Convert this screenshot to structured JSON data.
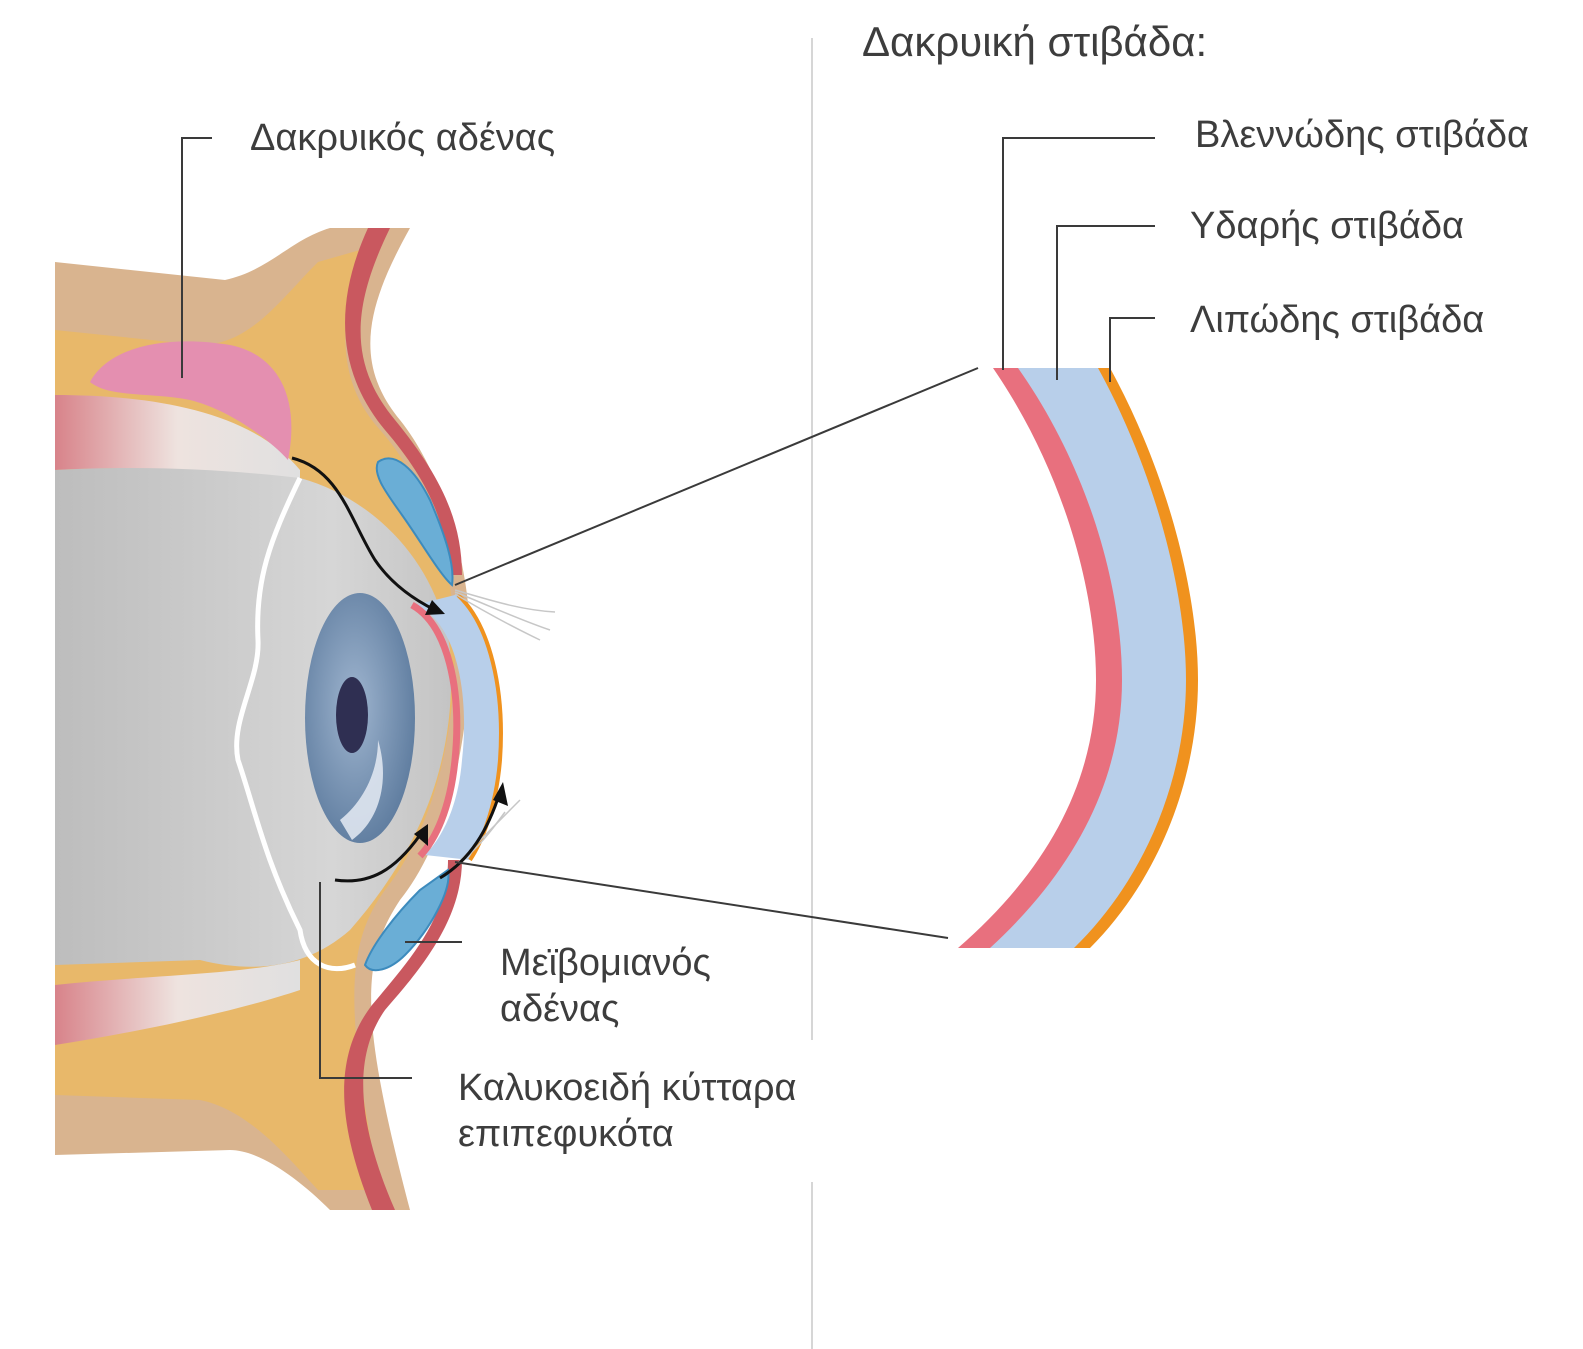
{
  "labels": {
    "lacrimal_gland": "Δακρυικός αδένας",
    "meibomian_gland_line1": "Μεϊβομιανός",
    "meibomian_gland_line2": "αδένας",
    "goblet_cells_line1": "Καλυκοειδή κύτταρα",
    "goblet_cells_line2": "επιπεφυκότα",
    "tear_film_title": "Δακρυική στιβάδα:",
    "mucous_layer": "Βλεννώδης στιβάδα",
    "aqueous_layer": "Υδαρής στιβάδα",
    "lipid_layer": "Λιπώδης στιβάδα"
  },
  "colors": {
    "mucous_layer": "#e8707e",
    "aqueous_layer": "#b8cfea",
    "lipid_layer": "#f0921e",
    "tissue": "#e8b86a",
    "skin": "#d9b48f",
    "lacrimal_gland": "#e48fb0",
    "iris": "#7f9bbd",
    "leader_lines": "#3a3a3a",
    "divider": "#d0d0d0"
  }
}
